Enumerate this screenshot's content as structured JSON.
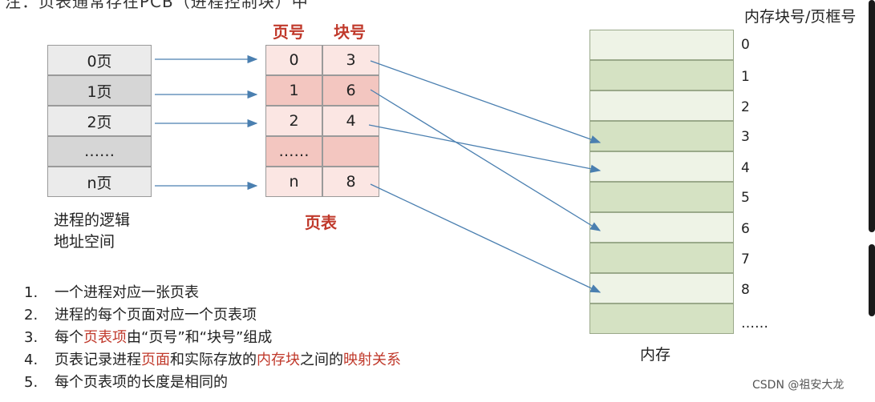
{
  "top_cut_text": "注：页表通常存在PCB（进程控制块）中",
  "logical_space": {
    "rows": [
      "0页",
      "1页",
      "2页",
      "……",
      "n页"
    ],
    "caption_line1": "进程的逻辑",
    "caption_line2": "地址空间"
  },
  "page_table": {
    "header_page": "页号",
    "header_block": "块号",
    "rows": [
      {
        "page": "0",
        "block": "3"
      },
      {
        "page": "1",
        "block": "6"
      },
      {
        "page": "2",
        "block": "4"
      },
      {
        "page": "……",
        "block": ""
      },
      {
        "page": "n",
        "block": "8"
      }
    ],
    "caption": "页表"
  },
  "memory": {
    "header": "内存块号/页框号",
    "numbers": [
      "0",
      "1",
      "2",
      "3",
      "4",
      "5",
      "6",
      "7",
      "8",
      "……"
    ],
    "caption": "内存"
  },
  "notes": [
    {
      "num": "1.",
      "parts": [
        {
          "t": "一个进程对应一张页表",
          "red": false
        }
      ]
    },
    {
      "num": "2.",
      "parts": [
        {
          "t": "进程的每个页面对应一个页表项",
          "red": false
        }
      ]
    },
    {
      "num": "3.",
      "parts": [
        {
          "t": "每个",
          "red": false
        },
        {
          "t": "页表项",
          "red": true
        },
        {
          "t": "由“页号”和“块号”组成",
          "red": false
        }
      ]
    },
    {
      "num": "4.",
      "parts": [
        {
          "t": "页表记录进程",
          "red": false
        },
        {
          "t": "页面",
          "red": true
        },
        {
          "t": "和实际存放的",
          "red": false
        },
        {
          "t": "内存块",
          "red": true
        },
        {
          "t": "之间的",
          "red": false
        },
        {
          "t": "映射关系",
          "red": true
        }
      ]
    },
    {
      "num": "5.",
      "parts": [
        {
          "t": "每个页表项的长度是相同的",
          "red": false
        }
      ]
    }
  ],
  "watermark": "CSDN @祖安大龙",
  "colors": {
    "accent_red": "#c0392b",
    "arrow_blue": "#4a7fb0"
  }
}
